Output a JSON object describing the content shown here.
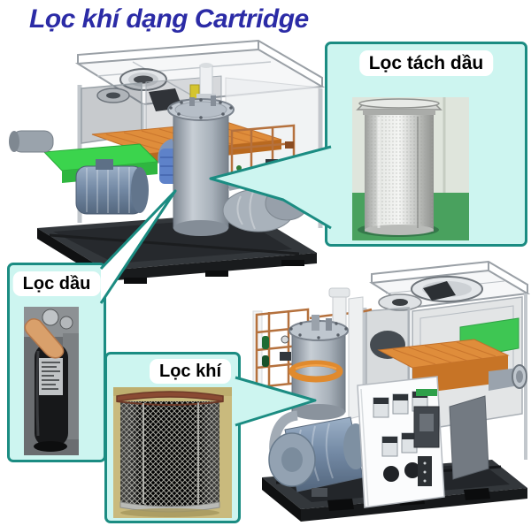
{
  "title": "Lọc khí dạng Cartridge",
  "callouts": {
    "oil_separator": {
      "label": "Lọc tách dầu"
    },
    "oil_filter": {
      "label": "Lọc dầu"
    },
    "air_filter": {
      "label": "Lọc khí"
    }
  },
  "colors": {
    "title_text": "#2B2BA6",
    "callout_border": "#1B8C82",
    "callout_fill": "#CDF5F0",
    "pointer_fill_cyan": "#CDF5F0",
    "pointer_fill_white": "#FFFFFF"
  },
  "figures": {
    "top_machine": "screw-compressor-3d-render",
    "bottom_machine": "screw-compressor-3d-render",
    "oil_separator_photo": "metal-cartridge-filter-photo",
    "oil_filter_photo": "black-spin-on-oil-filter-photo",
    "air_filter_photo": "mesh-air-filter-cartridge-photo"
  }
}
